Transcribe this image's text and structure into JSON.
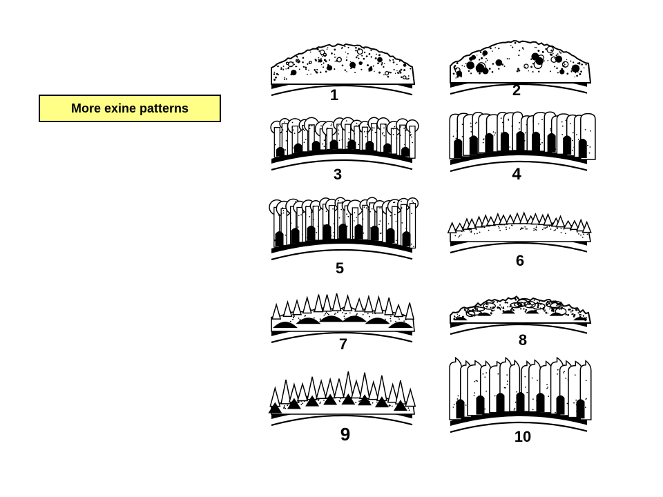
{
  "slide": {
    "title": "More exine patterns"
  },
  "figure": {
    "panels": [
      {
        "label": "1",
        "pattern": "granulate-fine"
      },
      {
        "label": "2",
        "pattern": "granulate-coarse"
      },
      {
        "label": "3",
        "pattern": "baculate-globular"
      },
      {
        "label": "4",
        "pattern": "clavate"
      },
      {
        "label": "5",
        "pattern": "pilate"
      },
      {
        "label": "6",
        "pattern": "echinulate-small"
      },
      {
        "label": "7",
        "pattern": "echinate-raised"
      },
      {
        "label": "8",
        "pattern": "verrucate"
      },
      {
        "label": "9",
        "pattern": "echinate-pointed"
      },
      {
        "label": "10",
        "pattern": "clavate-pointed"
      }
    ]
  }
}
